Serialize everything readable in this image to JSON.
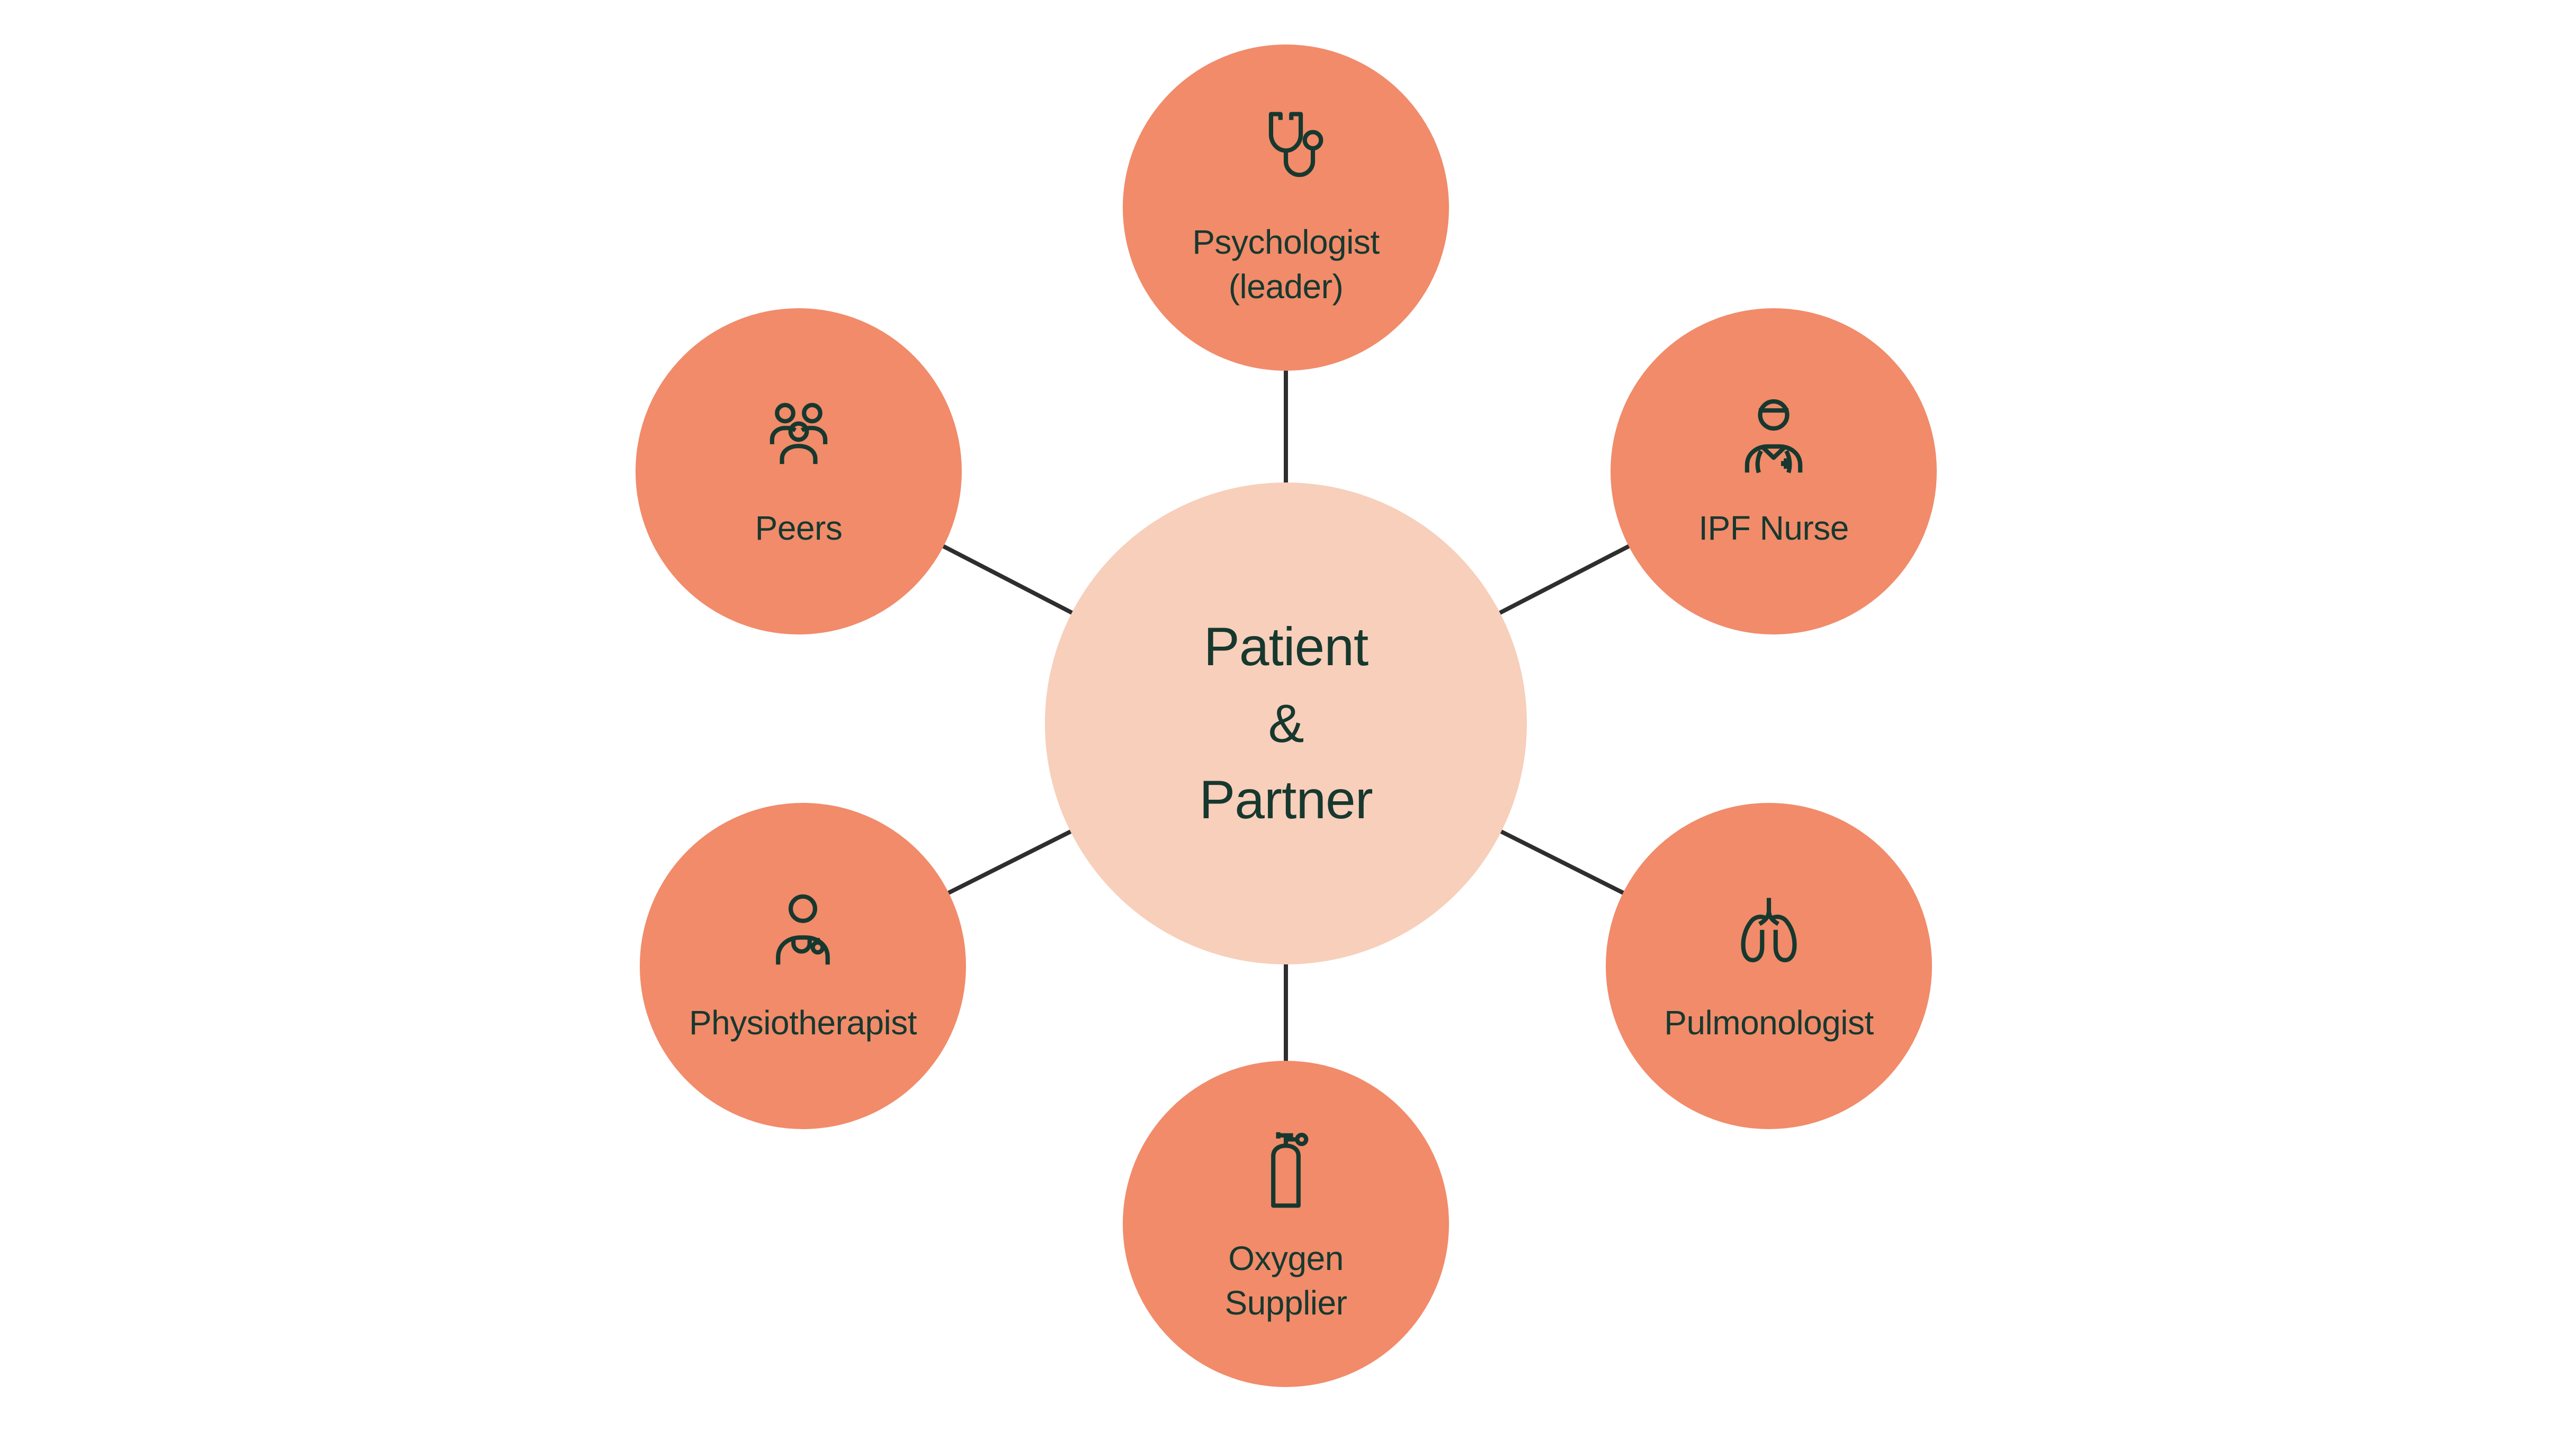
{
  "page": {
    "background": "#FFFFFF"
  },
  "colors": {
    "satellite_fill": "#F18B6A",
    "center_fill": "#F7CFBA",
    "text": "#17382E",
    "connector_line": "#2E2E2E"
  },
  "diagram": {
    "center": {
      "id": "patient-partner",
      "lines": [
        "Patient",
        "&",
        "Partner"
      ]
    },
    "satellites": [
      {
        "id": "psychologist",
        "icon": "stethoscope-icon",
        "lines": [
          "Psychologist",
          "(leader)"
        ]
      },
      {
        "id": "ipf-nurse",
        "icon": "nurse-icon",
        "lines": [
          "IPF Nurse"
        ]
      },
      {
        "id": "pulmonologist",
        "icon": "lungs-icon",
        "lines": [
          "Pulmonologist"
        ]
      },
      {
        "id": "oxygen-supplier",
        "icon": "oxygen-tank-icon",
        "lines": [
          "Oxygen",
          "Supplier"
        ]
      },
      {
        "id": "physiotherapist",
        "icon": "doctor-stethoscope-icon",
        "lines": [
          "Physiotherapist"
        ]
      },
      {
        "id": "peers",
        "icon": "people-group-icon",
        "lines": [
          "Peers"
        ]
      }
    ]
  }
}
